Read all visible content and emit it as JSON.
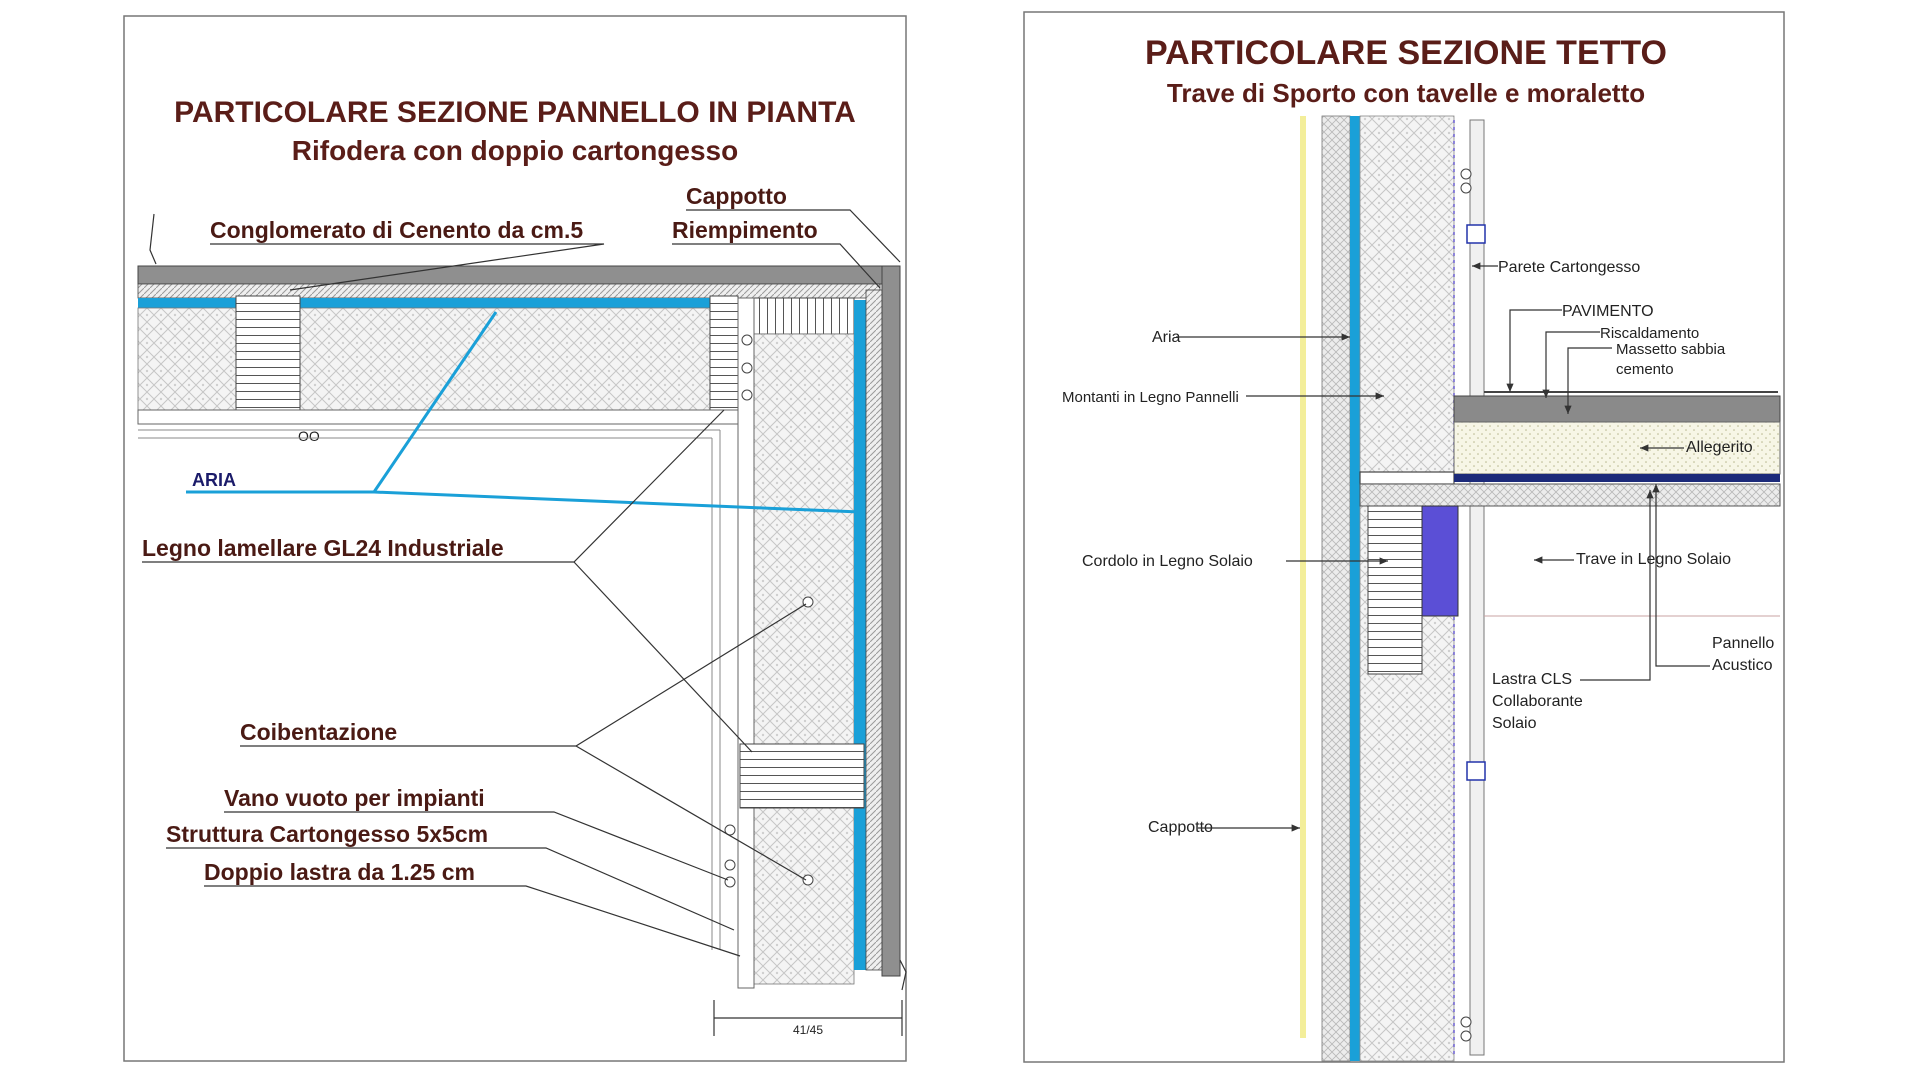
{
  "left_panel": {
    "title": "PARTICOLARE SEZIONE PANNELLO IN PIANTA",
    "subtitle": "Rifodera con doppio cartongesso",
    "labels": {
      "cappotto": "Cappotto",
      "riempimento": "Riempimento",
      "conglomerato": "Conglomerato di Cenento da cm.5",
      "aria": "ARIA",
      "legno": "Legno lamellare GL24 Industriale",
      "coibentazione": "Coibentazione",
      "vano": "Vano vuoto per impianti",
      "struttura": "Struttura Cartongesso 5x5cm",
      "doppio": "Doppio lastra da 1.25 cm",
      "dimension": "41/45",
      "oo": "OO"
    }
  },
  "right_panel": {
    "title": "PARTICOLARE SEZIONE TETTO",
    "subtitle": "Trave di Sporto con tavelle e moraletto",
    "labels": {
      "parete": "Parete Cartongesso",
      "pavimento": "PAVIMENTO",
      "riscaldamento": "Riscaldamento",
      "massetto": "Massetto sabbia cemento",
      "massetto_line1": "Massetto sabbia",
      "massetto_line2": "cemento",
      "aria": "Aria",
      "montanti": "Montanti in Legno Pannelli",
      "allegerito": "Allegerito",
      "cordolo": "Cordolo in Legno Solaio",
      "trave": "Trave in Legno Solaio",
      "pannello_line1": "Pannello",
      "pannello_line2": "Acustico",
      "lastra_line1": "Lastra CLS",
      "lastra_line2": "Collaborante",
      "lastra_line3": "Solaio",
      "cappotto": "Cappotto"
    }
  },
  "colors": {
    "title": "#5a1d18",
    "air_blue": "#1aa0d8",
    "purple": "#5b4fd6",
    "navy": "#1c2a7a",
    "concrete_grey": "#9a9a9a",
    "screed_grey": "#8a8a8a",
    "light_fill": "#f7f6e6"
  }
}
